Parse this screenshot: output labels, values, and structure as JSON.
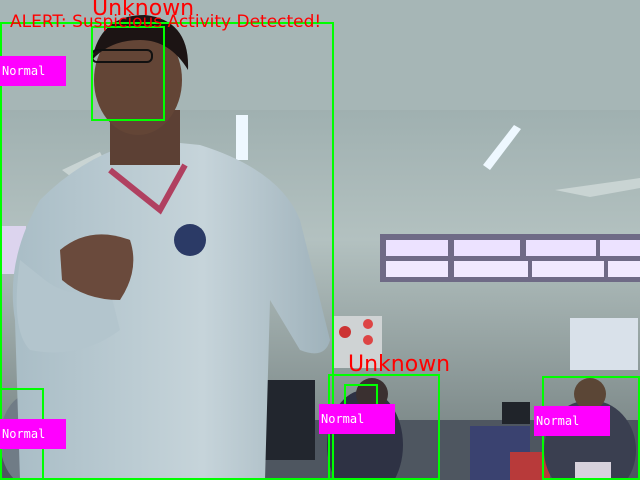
{
  "overlay": {
    "alert_text": "ALERT: Suspicious Activity Detected!",
    "face_label_main": "Unknown",
    "face_label_secondary": "Unknown",
    "status_labels": [
      "Normal",
      "Normal",
      "Normal",
      "Normal"
    ]
  },
  "colors": {
    "alert": "#ff0000",
    "bounding_box": "#00ff00",
    "status_tag": "#ff00ff"
  }
}
